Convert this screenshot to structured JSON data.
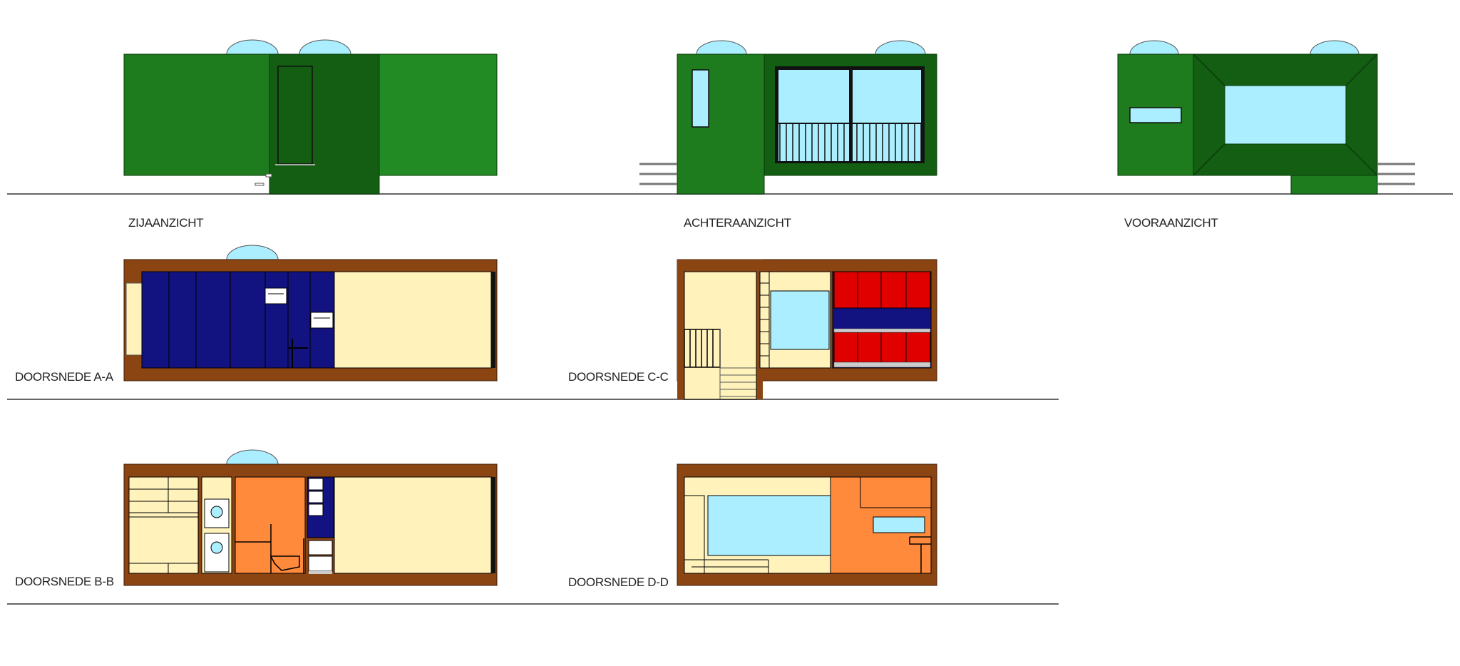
{
  "labels": {
    "side_view": "ZIJAANZICHT",
    "rear_view": "ACHTERAANZICHT",
    "front_view": "VOORAANZICHT",
    "section_aa": "DOORSNEDE A-A",
    "section_cc": "DOORSNEDE C-C",
    "section_bb": "DOORSNEDE B-B",
    "section_dd": "DOORSNEDE D-D"
  },
  "colors": {
    "wall_green": "#1e7b1e",
    "dark_green": "#135e13",
    "light_green": "#238b23",
    "glass": "#aaeeff",
    "wood_frame": "#8b4513",
    "cream": "#fff2bb",
    "navy": "#121280",
    "red": "#e00000",
    "orange": "#ff8a3c",
    "line": "#555555"
  }
}
